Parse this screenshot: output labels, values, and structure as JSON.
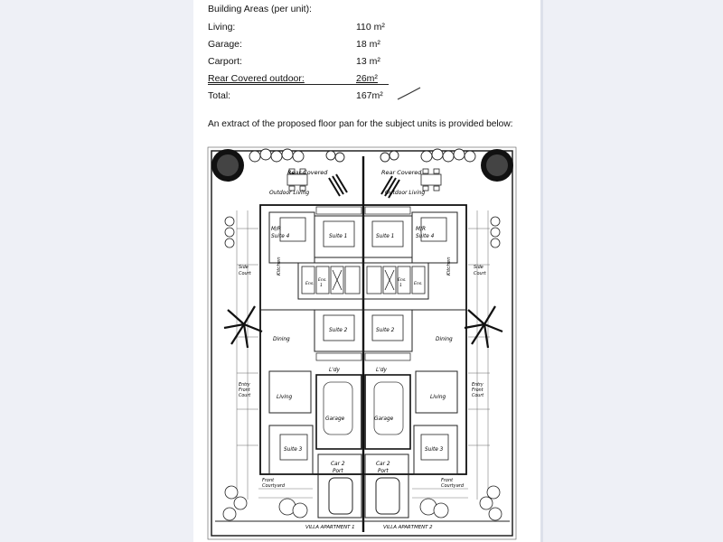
{
  "building_areas": {
    "heading": "Building Areas (per unit):",
    "rows": [
      {
        "label": "Living:",
        "value": "110 m²"
      },
      {
        "label": "Garage:",
        "value": "18 m²"
      },
      {
        "label": "Carport:",
        "value": "13 m²"
      },
      {
        "label": "Rear Covered outdoor:",
        "value": "26m²"
      },
      {
        "label": "Total:",
        "value": "167m²"
      }
    ]
  },
  "intro_text": "An extract of the proposed floor pan for the subject units is provided below:",
  "floor_plan": {
    "rear_covered": "Rear Covered",
    "outdoor_living": "Outdoor Living",
    "mr_suite_4": [
      "M/R",
      "Suite 4"
    ],
    "suite_1": "Suite 1",
    "suite_2": "Suite 2",
    "suite_3": "Suite 3",
    "side_court": [
      "Side",
      "Court"
    ],
    "kitchen": "Kitchen",
    "ens": "Ens.",
    "ens_1": [
      "Ens.",
      "1"
    ],
    "dining": "Dining",
    "ldy": "L'dy",
    "living": "Living",
    "garage": "Garage",
    "entry_court": [
      "Entry",
      "Front",
      "Court"
    ],
    "car_port": [
      "Car 2",
      "Port"
    ],
    "front_courtyard": [
      "Front",
      "Courtyard"
    ],
    "villa_1": "VILLA APARTMENT 1",
    "villa_2": "VILLA APARTMENT 2"
  }
}
